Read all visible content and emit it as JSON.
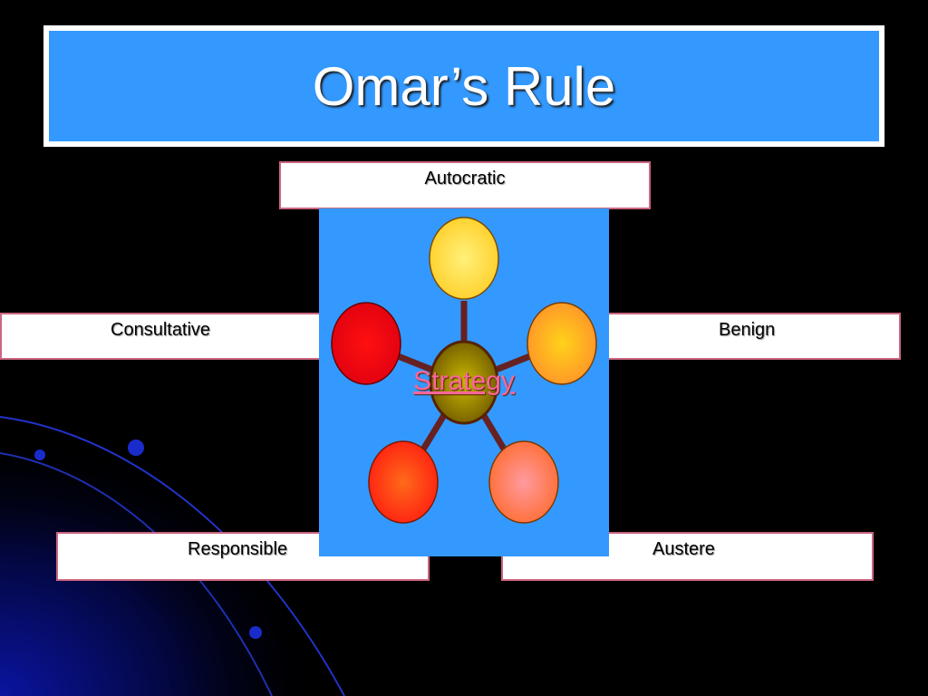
{
  "title": "Omar’s Rule",
  "labels": {
    "top": "Autocratic",
    "left": "Consultative",
    "right": "Benign",
    "bottom_left": "Responsible",
    "bottom_right": "Austere"
  },
  "diagram": {
    "center_label": "Strategy",
    "colors": {
      "panel": "#3399ff",
      "spoke": "#662222",
      "node_top": "#ffdd33",
      "node_right": "#ffaa22",
      "node_bottom_right": "#ff9977",
      "node_bottom_left": "#ff4411",
      "node_left": "#ee0011",
      "center": "#887700"
    }
  }
}
